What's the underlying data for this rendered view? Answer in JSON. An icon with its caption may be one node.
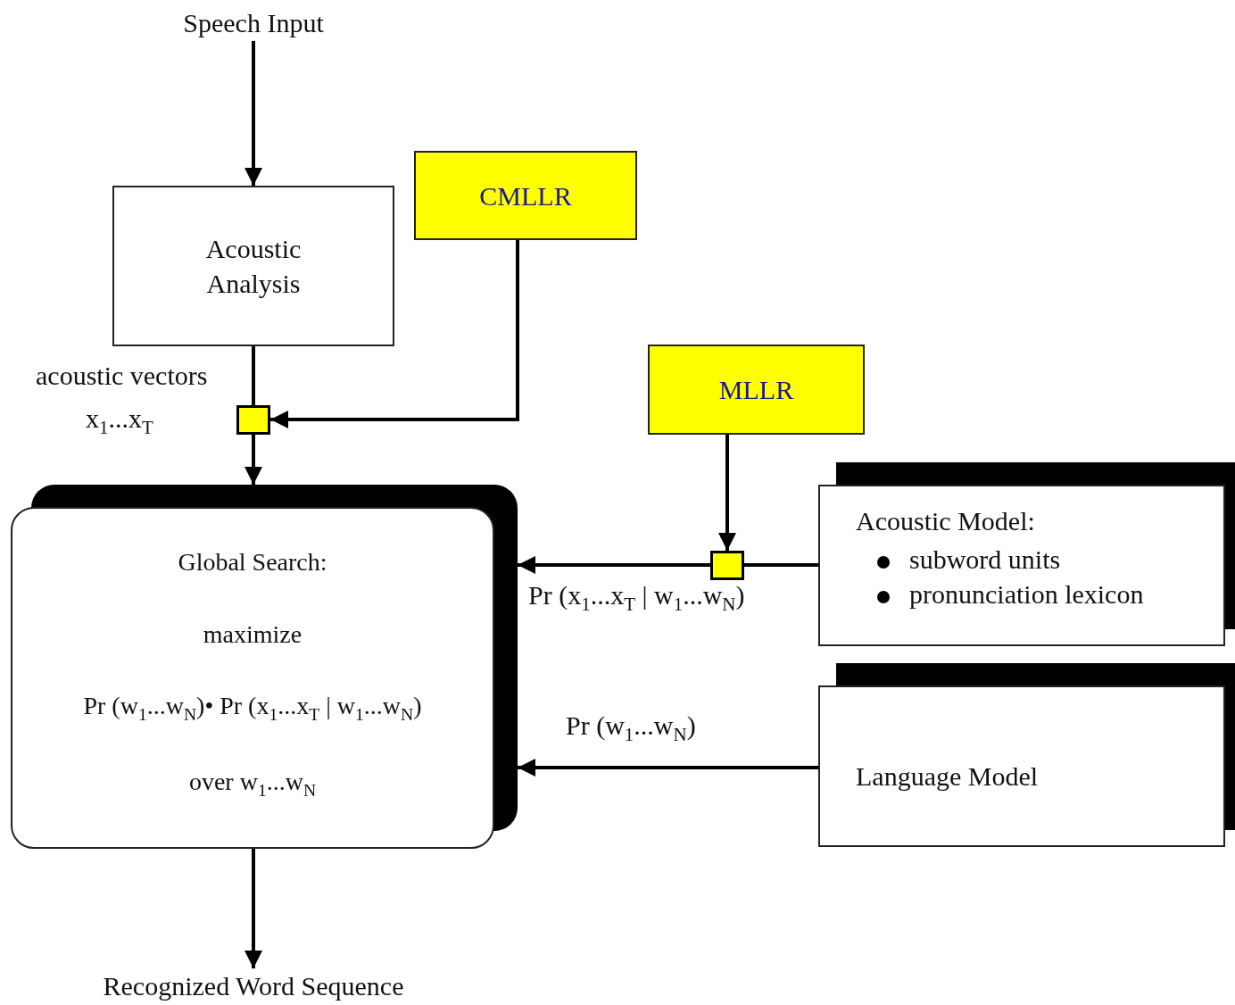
{
  "diagram": {
    "nodes": [
      {
        "text": [
          "Speech Input"
        ]
      },
      {
        "text": [
          "Acoustic Analysis"
        ]
      },
      {
        "text": [
          "CMLLR"
        ]
      },
      {
        "text": [],
        "shape": "box"
      },
      {
        "text": [
          "MLLR"
        ]
      },
      {
        "text": [
          "Global Search:",
          "maximize",
          "Pr (w$_{1}$...w$_{N}$)• Pr (x$_{1}$...x$_{T}$ | w$_{1}$...w$_{N}$)",
          "over  w$_{1}$...w$_{N}$"
        ]
      },
      {
        "text": [],
        "shape": "box"
      },
      {
        "text": [
          "Acoustic Model:",
          "subword units",
          "pronunciation lexicon"
        ]
      },
      {
        "text": [
          "Language Model"
        ]
      },
      {
        "text": [
          "Recognized Word Sequence"
        ]
      }
    ],
    "edges": [
      {
        "from": 0,
        "to": 1,
        "arrow": "to"
      },
      {
        "from": 1,
        "to": 3,
        "arrow": "none"
      },
      {
        "from": 2,
        "to": 3,
        "arrow": "to"
      },
      {
        "from": 3,
        "to": 5,
        "arrow": "to"
      },
      {
        "from": 4,
        "to": 6,
        "arrow": "to"
      },
      {
        "from": 7,
        "to": 6,
        "arrow": "none"
      },
      {
        "from": 6,
        "to": 5,
        "arrow": "to",
        "label": "Pr (x$_{1}$...x$_{T}$ | w$_{1}$...w$_{N}$)"
      },
      {
        "from": 8,
        "to": 5,
        "arrow": "to",
        "label": "Pr (w$_{1}$...w$_{N}$)"
      },
      {
        "from": 5,
        "to": 9,
        "arrow": "to"
      }
    ],
    "labels": [
      "acoustic vectors",
      "x$_{1}$...x$_{T}$"
    ]
  }
}
